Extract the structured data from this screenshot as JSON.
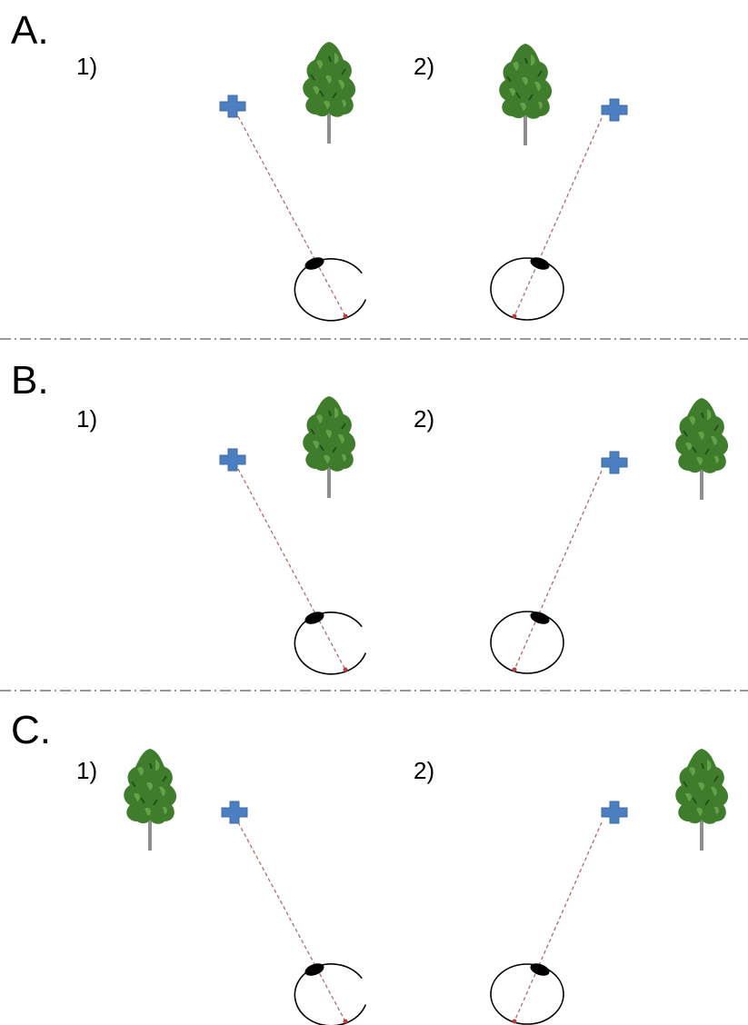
{
  "sections": [
    {
      "label": "A.",
      "panels": [
        {
          "label": "1)",
          "eye_direction": "left",
          "tree_side": "right-of-fixation"
        },
        {
          "label": "2)",
          "eye_direction": "right",
          "tree_side": "left-of-fixation"
        }
      ]
    },
    {
      "label": "B.",
      "panels": [
        {
          "label": "1)",
          "eye_direction": "left",
          "tree_side": "right-of-fixation"
        },
        {
          "label": "2)",
          "eye_direction": "right",
          "tree_side": "right-of-fixation"
        }
      ]
    },
    {
      "label": "C.",
      "panels": [
        {
          "label": "1)",
          "eye_direction": "left",
          "tree_side": "left-of-fixation"
        },
        {
          "label": "2)",
          "eye_direction": "right",
          "tree_side": "right-of-fixation"
        }
      ]
    }
  ],
  "colors": {
    "fixation_cross": "#4a7fc1",
    "gaze_line": "#b06a6a",
    "tree_foliage": "#3c7a2a",
    "tree_trunk": "#8a8a8a",
    "divider": "#333333"
  },
  "icons": [
    "fixation-cross-icon",
    "tree-icon",
    "eye-icon"
  ]
}
